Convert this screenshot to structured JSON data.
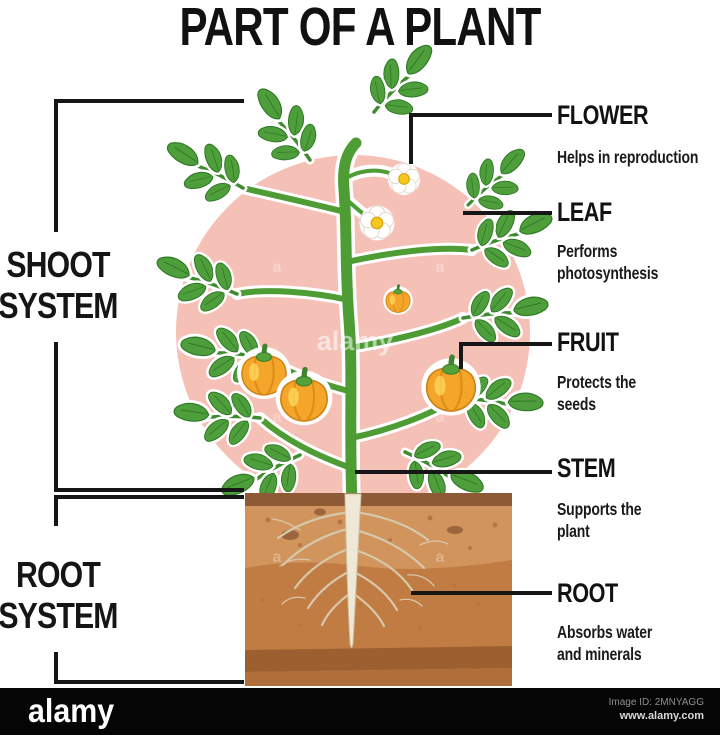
{
  "title": "PART OF A PLANT",
  "left_labels": {
    "shoot": {
      "line1": "SHOOT",
      "line2": "SYSTEM"
    },
    "root": {
      "line1": "ROOT",
      "line2": "SYSTEM"
    }
  },
  "right_labels": [
    {
      "name": "FLOWER",
      "desc_line1": "Helps in reproduction",
      "desc_line2": ""
    },
    {
      "name": "LEAF",
      "desc_line1": "Performs",
      "desc_line2": "photosynthesis"
    },
    {
      "name": "FRUIT",
      "desc_line1": "Protects the",
      "desc_line2": "seeds"
    },
    {
      "name": "STEM",
      "desc_line1": "Supports the",
      "desc_line2": "plant"
    },
    {
      "name": "ROOT",
      "desc_line1": "Absorbs water",
      "desc_line2": "and minerals"
    }
  ],
  "watermark": {
    "center": "alamy",
    "tile": "a"
  },
  "footer": {
    "logo": "alamy",
    "image_id": "Image ID: 2MNYAGG",
    "website": "www.alamy.com"
  },
  "colors": {
    "background": "#ffffff",
    "text": "#121212",
    "line": "#161616",
    "circle_pink": "#f5c1b7",
    "leaf_green": "#4f9e3c",
    "stem_green": "#4e9c34",
    "fruit_orange": "#f4a62a",
    "flower_center_yellow": "#f6c71c",
    "soil_brown": "#d0945c",
    "soil_dark_band": "#8e5a36",
    "root_cream": "#f0e8d6",
    "footer_bar": "#050505"
  }
}
